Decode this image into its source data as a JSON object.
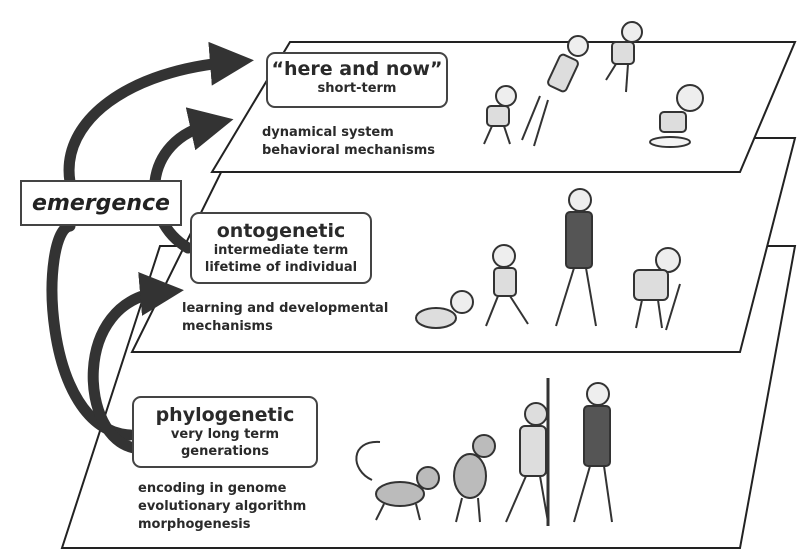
{
  "emergence": "emergence",
  "levels": [
    {
      "id": "here-and-now",
      "title": "“here and now”",
      "subtitle": [
        "short-term"
      ],
      "notes": [
        "dynamical system",
        "behavioral mechanisms"
      ],
      "figures": [
        "runner-boy-icon",
        "jumping-boy-icon",
        "leaping-boy-icon",
        "landing-boy-icon"
      ]
    },
    {
      "id": "ontogenetic",
      "title": "ontogenetic",
      "subtitle": [
        "intermediate term",
        "lifetime of individual"
      ],
      "notes": [
        "learning and developmental",
        "mechanisms"
      ],
      "figures": [
        "crawling-baby-icon",
        "walking-child-icon",
        "adult-man-icon",
        "elderly-man-with-cane-icon"
      ]
    },
    {
      "id": "phylogenetic",
      "title": "phylogenetic",
      "subtitle": [
        "very long term",
        "generations"
      ],
      "notes": [
        "encoding in genome",
        "evolutionary algorithm",
        "morphogenesis"
      ],
      "figures": [
        "monkey-icon",
        "ape-icon",
        "caveman-with-spear-icon",
        "modern-man-icon"
      ]
    }
  ]
}
